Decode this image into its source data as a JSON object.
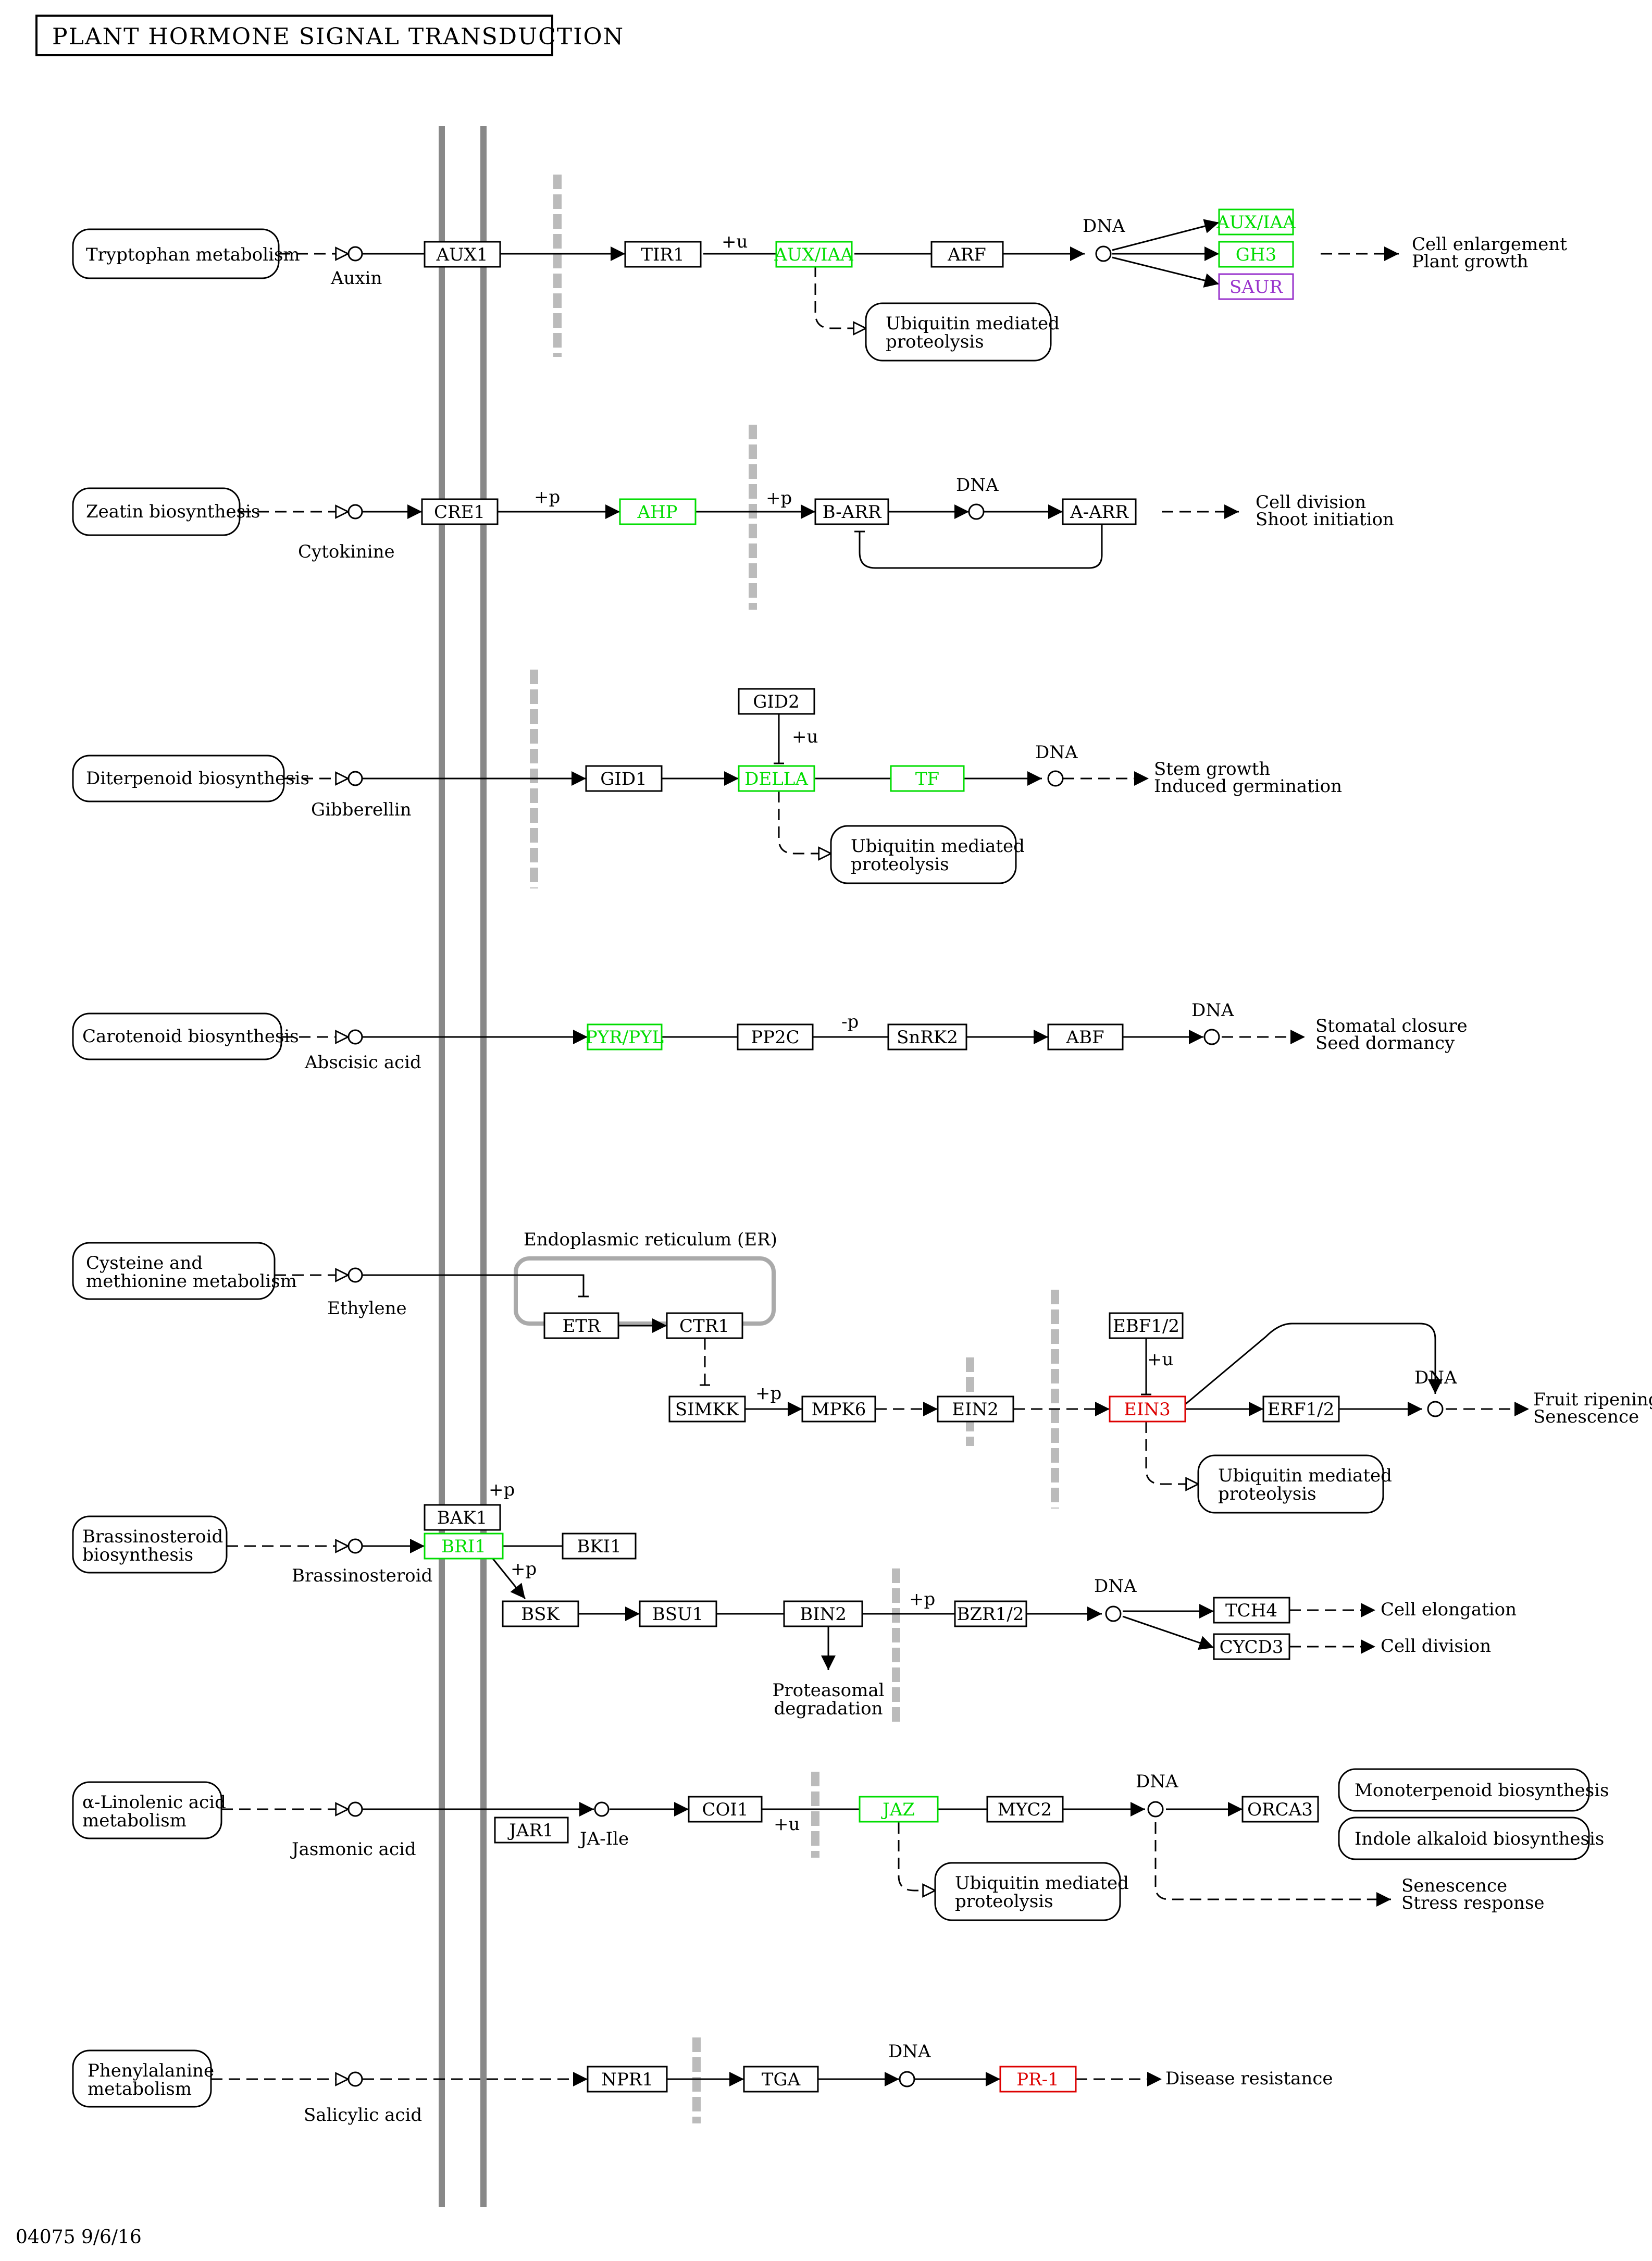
{
  "title": "PLANT HORMONE SIGNAL TRANSDUCTION",
  "footer": "04075 9/6/16",
  "colors": {
    "normal": "#000000",
    "up": "#00dd00",
    "down": "#dd0000",
    "mixed": "#9933cc",
    "membrane": "#808080",
    "barrier": "#bbbbbb"
  },
  "maps": {
    "tryptophan": [
      "Tryptophan metabolism"
    ],
    "zeatin": [
      "Zeatin biosynthesis"
    ],
    "diterpenoid": [
      "Diterpenoid biosynthesis"
    ],
    "carotenoid": [
      "Carotenoid biosynthesis"
    ],
    "cysteine": [
      "Cysteine and",
      "methionine metabolism"
    ],
    "brassinosteroid": [
      "Brassinosteroid",
      "biosynthesis"
    ],
    "linolenic": [
      "α-Linolenic acid",
      "metabolism"
    ],
    "phenylalanine": [
      "Phenylalanine",
      "metabolism"
    ],
    "ubiq1": [
      "Ubiquitin mediated",
      "proteolysis"
    ],
    "ubiq2": [
      "Ubiquitin mediated",
      "proteolysis"
    ],
    "ubiq3": [
      "Ubiquitin mediated",
      "proteolysis"
    ],
    "ubiq4": [
      "Ubiquitin mediated",
      "proteolysis"
    ],
    "monoterpenoid": [
      "Monoterpenoid biosynthesis"
    ],
    "indole": [
      "Indole alkaloid biosynthesis"
    ]
  },
  "genes": {
    "aux1": {
      "label": "AUX1",
      "status": "normal"
    },
    "tir1": {
      "label": "TIR1",
      "status": "normal"
    },
    "auxiaa1": {
      "label": "AUX/IAA",
      "status": "up"
    },
    "arf": {
      "label": "ARF",
      "status": "normal"
    },
    "auxiaa2": {
      "label": "AUX/IAA",
      "status": "up"
    },
    "gh3": {
      "label": "GH3",
      "status": "up"
    },
    "saur": {
      "label": "SAUR",
      "status": "mixed"
    },
    "cre1": {
      "label": "CRE1",
      "status": "normal"
    },
    "ahp": {
      "label": "AHP",
      "status": "up"
    },
    "barr": {
      "label": "B-ARR",
      "status": "normal"
    },
    "aarr": {
      "label": "A-ARR",
      "status": "normal"
    },
    "gid2": {
      "label": "GID2",
      "status": "normal"
    },
    "gid1": {
      "label": "GID1",
      "status": "normal"
    },
    "della": {
      "label": "DELLA",
      "status": "up"
    },
    "tf": {
      "label": "TF",
      "status": "up"
    },
    "pyr": {
      "label": "PYR/PYL",
      "status": "up"
    },
    "pp2c": {
      "label": "PP2C",
      "status": "normal"
    },
    "snrk2": {
      "label": "SnRK2",
      "status": "normal"
    },
    "abf": {
      "label": "ABF",
      "status": "normal"
    },
    "etr": {
      "label": "ETR",
      "status": "normal"
    },
    "ctr1": {
      "label": "CTR1",
      "status": "normal"
    },
    "simkk": {
      "label": "SIMKK",
      "status": "normal"
    },
    "mpk6": {
      "label": "MPK6",
      "status": "normal"
    },
    "ein2": {
      "label": "EIN2",
      "status": "normal"
    },
    "ebf12": {
      "label": "EBF1/2",
      "status": "normal"
    },
    "ein3": {
      "label": "EIN3",
      "status": "down"
    },
    "erf12": {
      "label": "ERF1/2",
      "status": "normal"
    },
    "bak1": {
      "label": "BAK1",
      "status": "normal"
    },
    "bri1": {
      "label": "BRI1",
      "status": "up"
    },
    "bki1": {
      "label": "BKI1",
      "status": "normal"
    },
    "bsk": {
      "label": "BSK",
      "status": "normal"
    },
    "bsu1": {
      "label": "BSU1",
      "status": "normal"
    },
    "bin2": {
      "label": "BIN2",
      "status": "normal"
    },
    "bzr12": {
      "label": "BZR1/2",
      "status": "normal"
    },
    "tch4": {
      "label": "TCH4",
      "status": "normal"
    },
    "cycd3": {
      "label": "CYCD3",
      "status": "normal"
    },
    "jar1": {
      "label": "JAR1",
      "status": "normal"
    },
    "coi1": {
      "label": "COI1",
      "status": "normal"
    },
    "jaz": {
      "label": "JAZ",
      "status": "up"
    },
    "myc2": {
      "label": "MYC2",
      "status": "normal"
    },
    "orca3": {
      "label": "ORCA3",
      "status": "normal"
    },
    "npr1": {
      "label": "NPR1",
      "status": "normal"
    },
    "tga": {
      "label": "TGA",
      "status": "normal"
    },
    "pr1": {
      "label": "PR-1",
      "status": "down"
    }
  },
  "compounds": {
    "auxin": "Auxin",
    "cytokinine": "Cytokinine",
    "gibberellin": "Gibberellin",
    "abscisic": "Abscisic acid",
    "ethylene": "Ethylene",
    "brassinosteroid": "Brassinosteroid",
    "jasmonic": "Jasmonic acid",
    "jaile": "JA-Ile",
    "salicylic": "Salicylic acid"
  },
  "dna": "DNA",
  "mods": {
    "plus_u": "+u",
    "plus_p": "+p",
    "minus_p": "-p"
  },
  "er_label": "Endoplasmic reticulum (ER)",
  "degradation": [
    "Proteasomal",
    "degradation"
  ],
  "outcomes": {
    "auxin": [
      "Cell enlargement",
      "Plant growth"
    ],
    "cytokinine": [
      "Cell division",
      "Shoot initiation"
    ],
    "gibberellin": [
      "Stem growth",
      "Induced germination"
    ],
    "abscisic": [
      "Stomatal closure",
      "Seed dormancy"
    ],
    "ethylene": [
      "Fruit ripening",
      "Senescence"
    ],
    "elongation": [
      "Cell elongation"
    ],
    "division": [
      "Cell division"
    ],
    "jasmonic": [
      "Senescence",
      "Stress response"
    ],
    "salicylic": [
      "Disease resistance"
    ]
  }
}
